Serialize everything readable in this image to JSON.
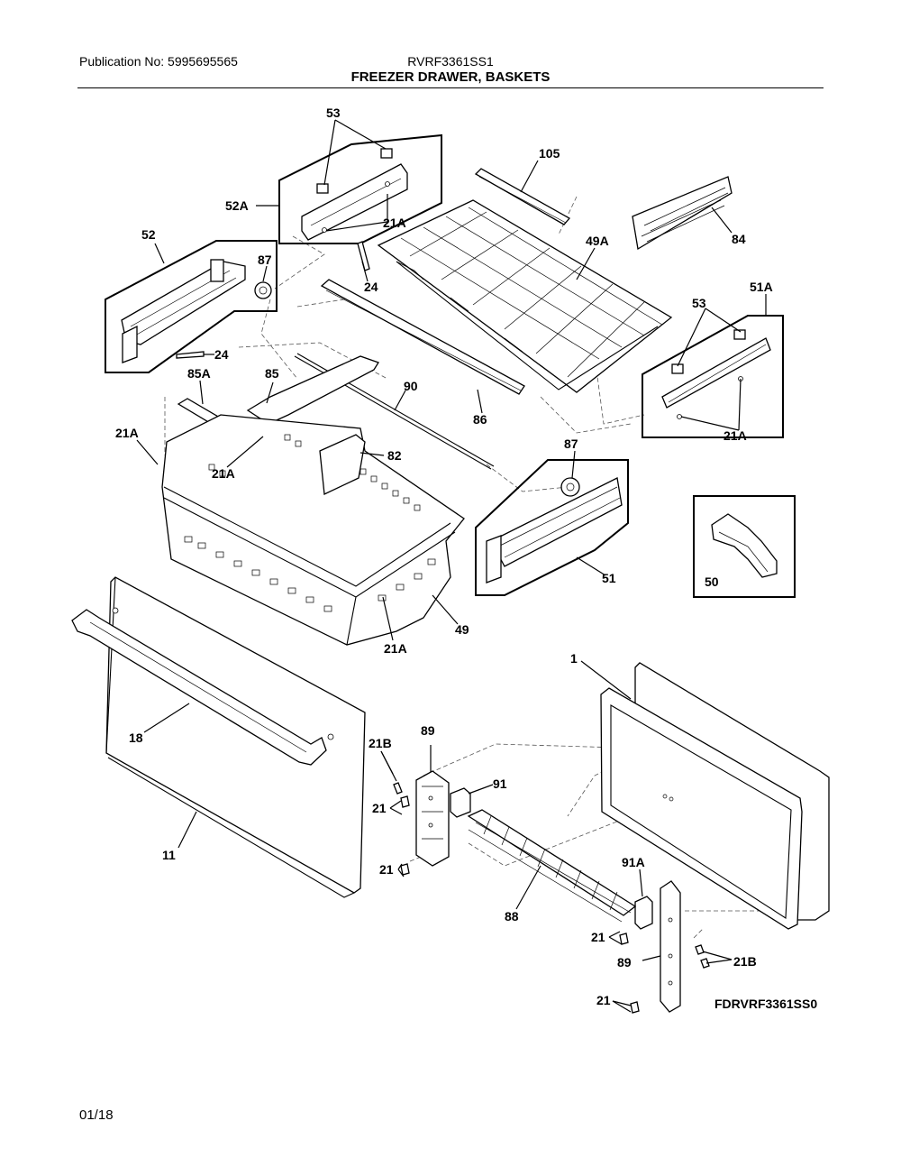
{
  "header": {
    "publication": "Publication No: 5995695565",
    "model": "RVRF3361SS1",
    "title": "FREEZER DRAWER, BASKETS"
  },
  "labels": {
    "p53_top": "53",
    "p105": "105",
    "p52A": "52A",
    "p21A_top": "21A",
    "p84": "84",
    "p49A": "49A",
    "p52": "52",
    "p87_left": "87",
    "p24_mid": "24",
    "p51A": "51A",
    "p53_right": "53",
    "p24_left": "24",
    "p85A": "85A",
    "p85": "85",
    "p90": "90",
    "p86": "86",
    "p21A_right": "21A",
    "p21A_left": "21A",
    "p82": "82",
    "p21A_basket": "21A",
    "p87_right": "87",
    "p51": "51",
    "p50": "50",
    "p49": "49",
    "p21A_bottom": "21A",
    "p1": "1",
    "p18": "18",
    "p21B_left": "21B",
    "p89_top": "89",
    "p91": "91",
    "p21_upper": "21",
    "p11": "11",
    "p21_lower": "21",
    "p91A": "91A",
    "p88": "88",
    "p21_right": "21",
    "p89_bottom": "89",
    "p21B_right": "21B",
    "p21_bottom": "21",
    "diagram_code": "FDRVRF3361SS0"
  },
  "footer": {
    "date": "01/18"
  }
}
